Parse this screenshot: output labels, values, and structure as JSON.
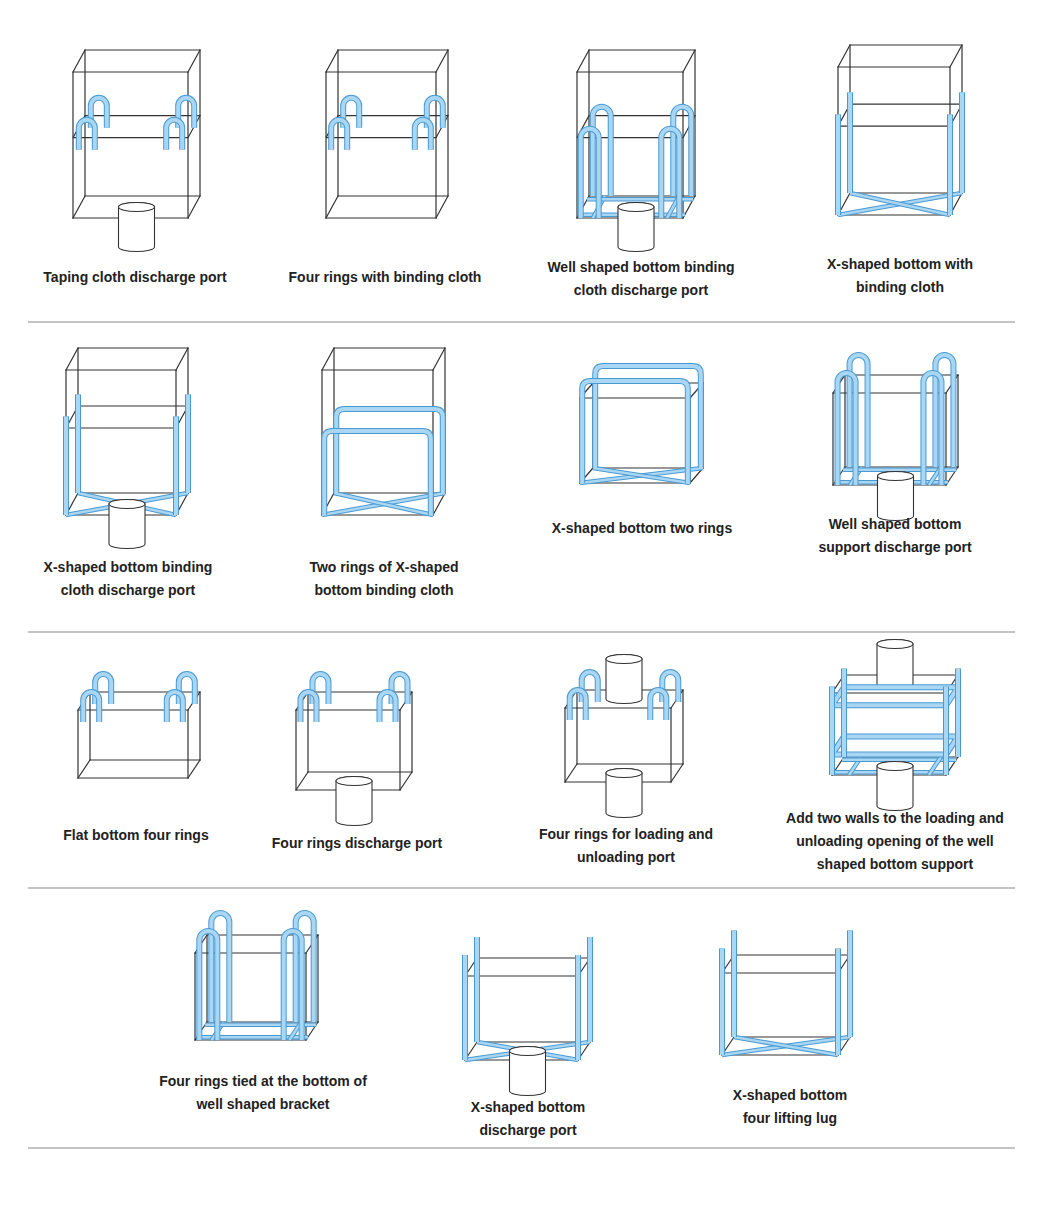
{
  "diagram": {
    "labels": [
      "Taping cloth discharge port",
      "Four rings with binding cloth",
      "Well shaped bottom binding cloth discharge port",
      "X-shaped bottom with binding cloth",
      "X-shaped bottom binding cloth discharge port",
      "Two rings of X-shaped bottom binding cloth",
      "X-shaped bottom two rings",
      "Well shaped bottom support discharge port",
      "Flat bottom four rings",
      "Four rings discharge port",
      "Four rings for loading and unloading port",
      "Add two walls to the loading and unloading opening of the well shaped bottom support",
      "Four rings tied at the bottom of well shaped bracket",
      "X-shaped bottom discharge port",
      "X-shaped bottom four lifting lug"
    ]
  }
}
